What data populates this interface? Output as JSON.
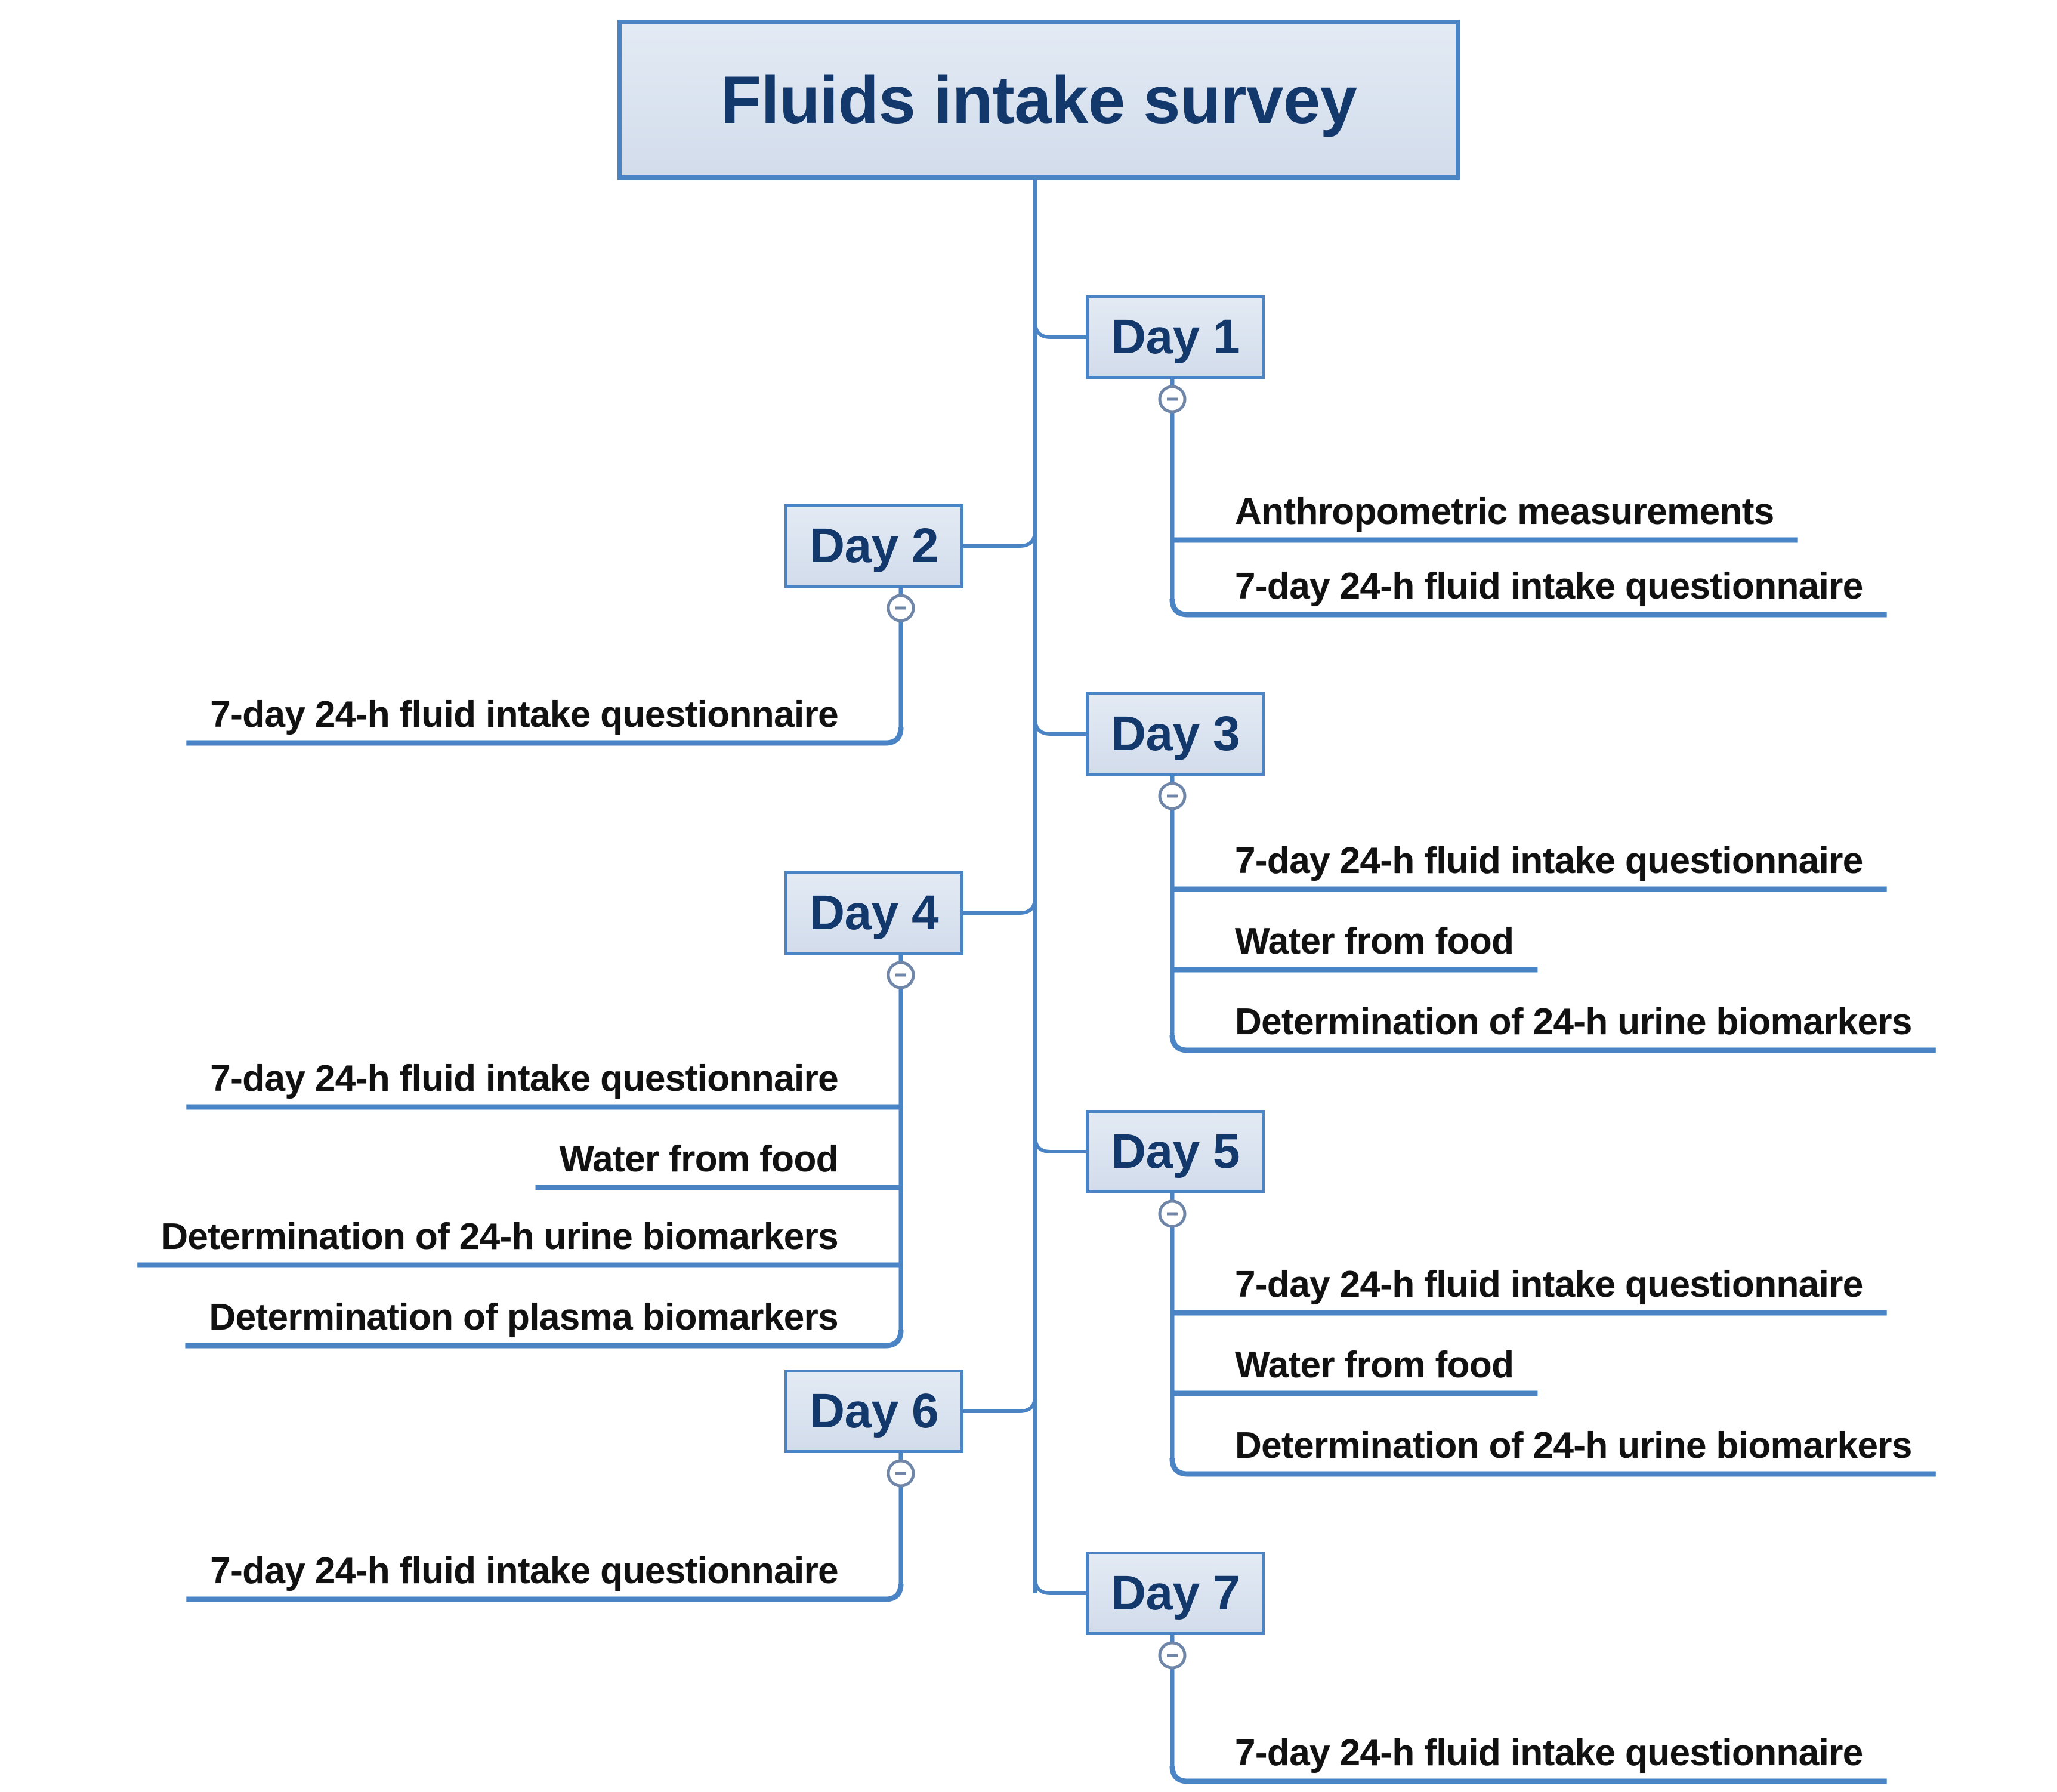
{
  "diagram": {
    "type": "mind-map",
    "title": "Fluids intake survey",
    "accent_color": "#4a84c4",
    "node_fill": "#dbe4f0",
    "node_text_color": "#13386b",
    "leaf_text_color": "#111111",
    "root": {
      "label": "Fluids intake survey"
    },
    "days": [
      {
        "label": "Day 1",
        "side": "right",
        "items": [
          "Anthropometric measurements",
          "7-day 24-h fluid intake questionnaire"
        ]
      },
      {
        "label": "Day 2",
        "side": "left",
        "items": [
          "7-day 24-h fluid intake questionnaire"
        ]
      },
      {
        "label": "Day 3",
        "side": "right",
        "items": [
          "7-day 24-h fluid intake questionnaire",
          "Water from food",
          "Determination of 24-h urine biomarkers"
        ]
      },
      {
        "label": "Day 4",
        "side": "left",
        "items": [
          "7-day 24-h fluid intake questionnaire",
          "Water from food",
          "Determination of 24-h urine biomarkers",
          "Determination of plasma biomarkers"
        ]
      },
      {
        "label": "Day 5",
        "side": "right",
        "items": [
          "7-day 24-h fluid intake questionnaire",
          "Water from food",
          "Determination of 24-h urine biomarkers"
        ]
      },
      {
        "label": "Day 6",
        "side": "left",
        "items": [
          "7-day 24-h fluid intake questionnaire"
        ]
      },
      {
        "label": "Day 7",
        "side": "right",
        "items": [
          "7-day 24-h fluid intake questionnaire"
        ]
      }
    ],
    "collapse_toggle_glyph": "minus"
  }
}
